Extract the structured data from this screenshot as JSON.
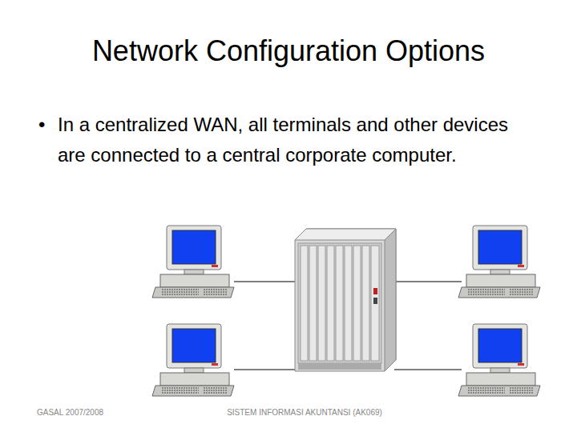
{
  "diagram": {
    "title": "Network Configuration Options",
    "labels": [
      "In a centralized WAN, all terminals and other devices are connected to a central corporate computer.",
      "GASAL 2007/2008",
      "SISTEM INFORMASI AKUNTANSI (AK069)"
    ]
  }
}
